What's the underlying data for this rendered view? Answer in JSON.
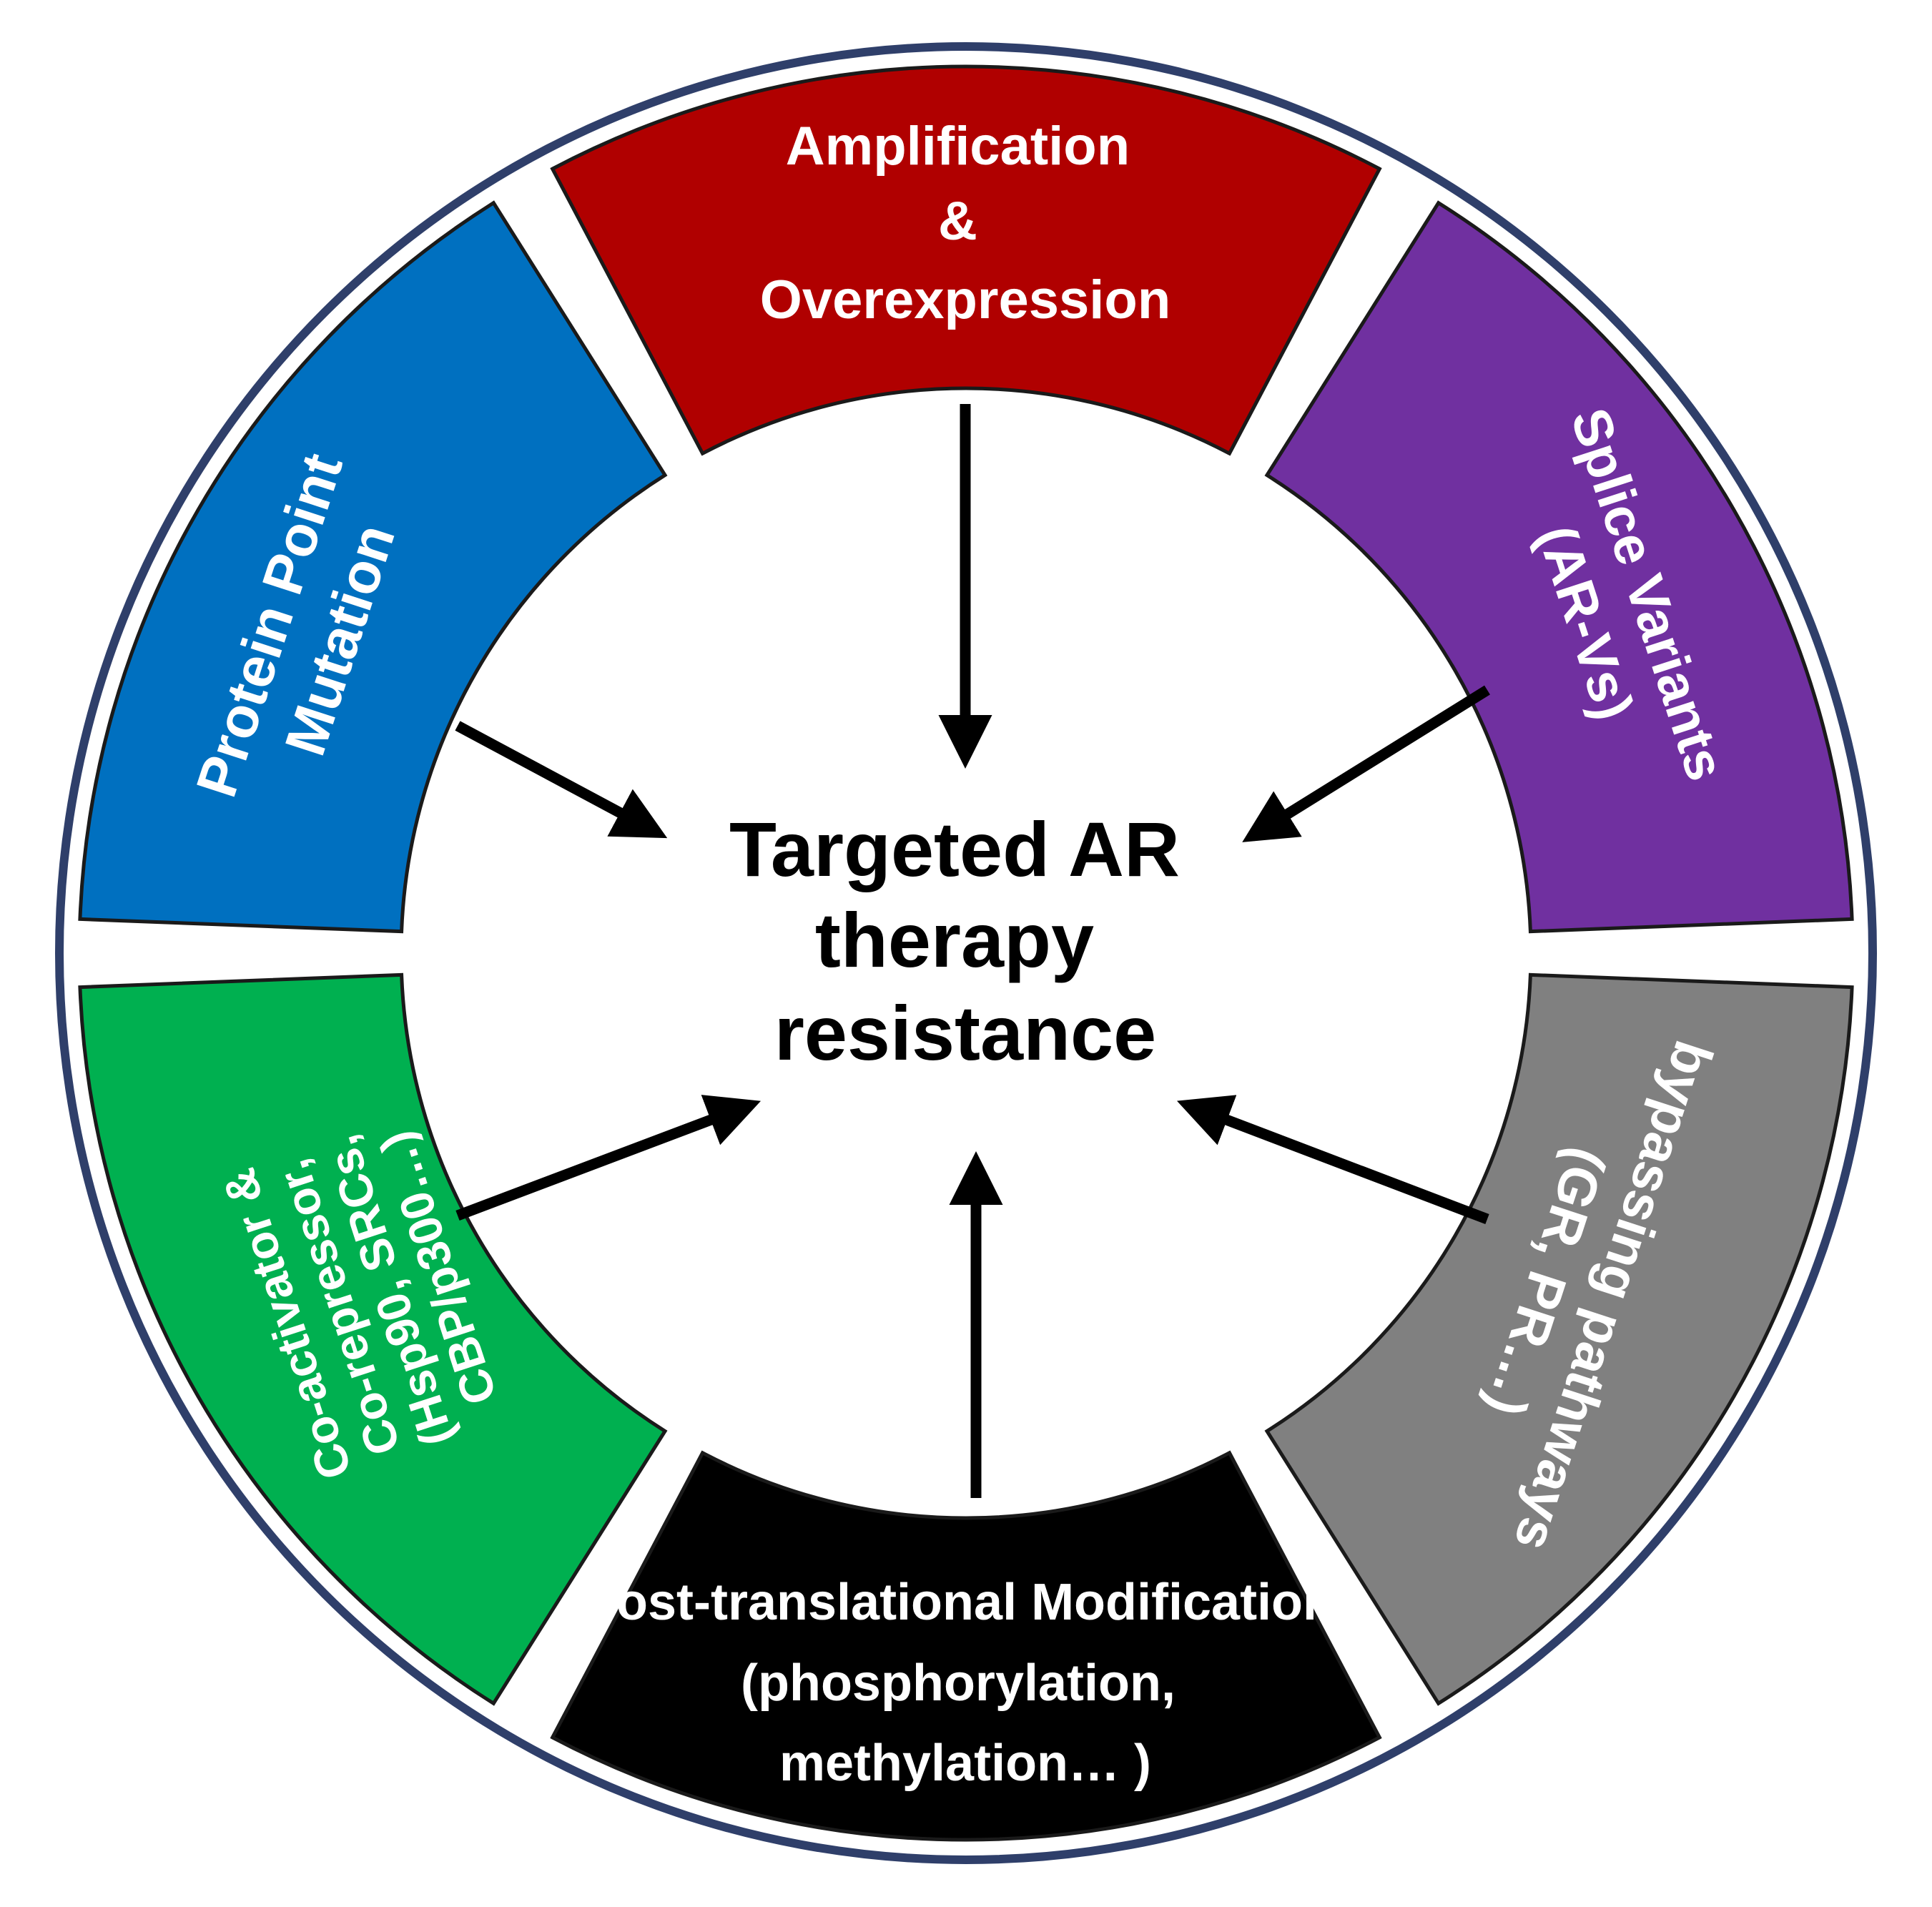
{
  "center": {
    "lines": [
      "Targeted AR",
      "therapy",
      "resistance"
    ]
  },
  "segments": [
    {
      "key": "top",
      "color": "#b00000",
      "lines": [
        "Amplification",
        "&",
        "Overexpression"
      ]
    },
    {
      "key": "upper-right",
      "color": "#7030a0",
      "lines": [
        "Splice Variants",
        "(AR-Vs)"
      ]
    },
    {
      "key": "lower-right",
      "color": "#808080",
      "lines": [
        "bypassing pathways",
        "(GR, PR…)"
      ]
    },
    {
      "key": "bottom",
      "color": "#000000",
      "lines": [
        "Post-translational Modification",
        "(phosphorylation,",
        "methylation… )"
      ]
    },
    {
      "key": "lower-left",
      "color": "#00b050",
      "lines": [
        "Co-activator &",
        "Co-repressor,",
        "(Hsp90, SRCs,",
        "CBP/p300…)"
      ]
    },
    {
      "key": "upper-left",
      "color": "#0070c0",
      "lines": [
        "Protein Point",
        "Mutation"
      ]
    }
  ],
  "outer_ring_color": "#2f3f6a"
}
